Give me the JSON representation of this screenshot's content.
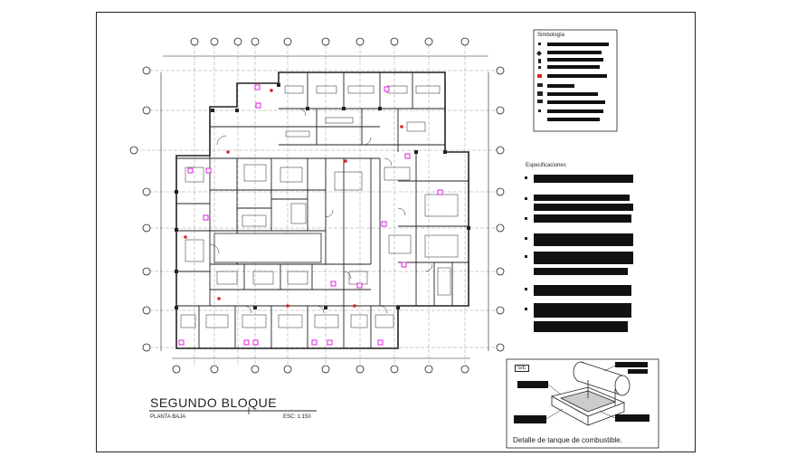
{
  "drawing": {
    "title": "SEGUNDO BLOQUE",
    "subtitle": "PLANTA BAJA",
    "scale": "ESC: 1:150"
  },
  "legend": {
    "heading": "Simbología",
    "row_count": 10
  },
  "specifications": {
    "heading": "Especificaciones",
    "block_count": 7
  },
  "detail": {
    "tag": "S/E",
    "caption": "Detalle de tanque de combustible."
  },
  "colors": {
    "line": "#222222",
    "accent": "#e020e0",
    "marker_red": "#e02020",
    "text_block": "#111111"
  }
}
